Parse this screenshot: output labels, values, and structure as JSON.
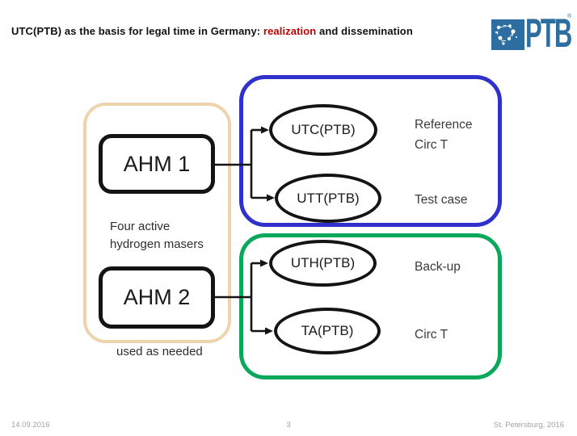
{
  "colors": {
    "title_highlight_red": "#c00000",
    "ptb_brand_blue": "#2d6d9f",
    "group_border_blue": "#3030cc",
    "group_border_green": "#0aa85a",
    "group_border_tan": "#eed3ac",
    "node_border_black": "#141414",
    "footer_gray": "#a3a3a3"
  },
  "header": {
    "title_part1": "UTC(PTB) as the basis for legal time in Germany: ",
    "title_highlight": "realization",
    "title_part2": " and dissemination"
  },
  "logo": {
    "text": "PTB",
    "registered_mark": "®",
    "emblem": "ptb-network-emblem"
  },
  "diagram": {
    "masers": {
      "node1": "AHM 1",
      "node2": "AHM 2",
      "caption_line1": "Four active",
      "caption_line2": "hydrogen masers",
      "footnote": "used as needed"
    },
    "realization_group": {
      "nodes": [
        {
          "label": "UTC(PTB)",
          "role_line1": "Reference",
          "role_line2": "Circ T"
        },
        {
          "label": "UTT(PTB)",
          "role_line1": "Test case"
        }
      ]
    },
    "backup_group": {
      "nodes": [
        {
          "label": "UTH(PTB)",
          "role_line1": "Back-up"
        },
        {
          "label": "TA(PTB)",
          "role_line1": "Circ T"
        }
      ]
    }
  },
  "footer": {
    "date": "14.09.2016",
    "page_number": "3",
    "location": "St. Petersburg, 2016"
  }
}
